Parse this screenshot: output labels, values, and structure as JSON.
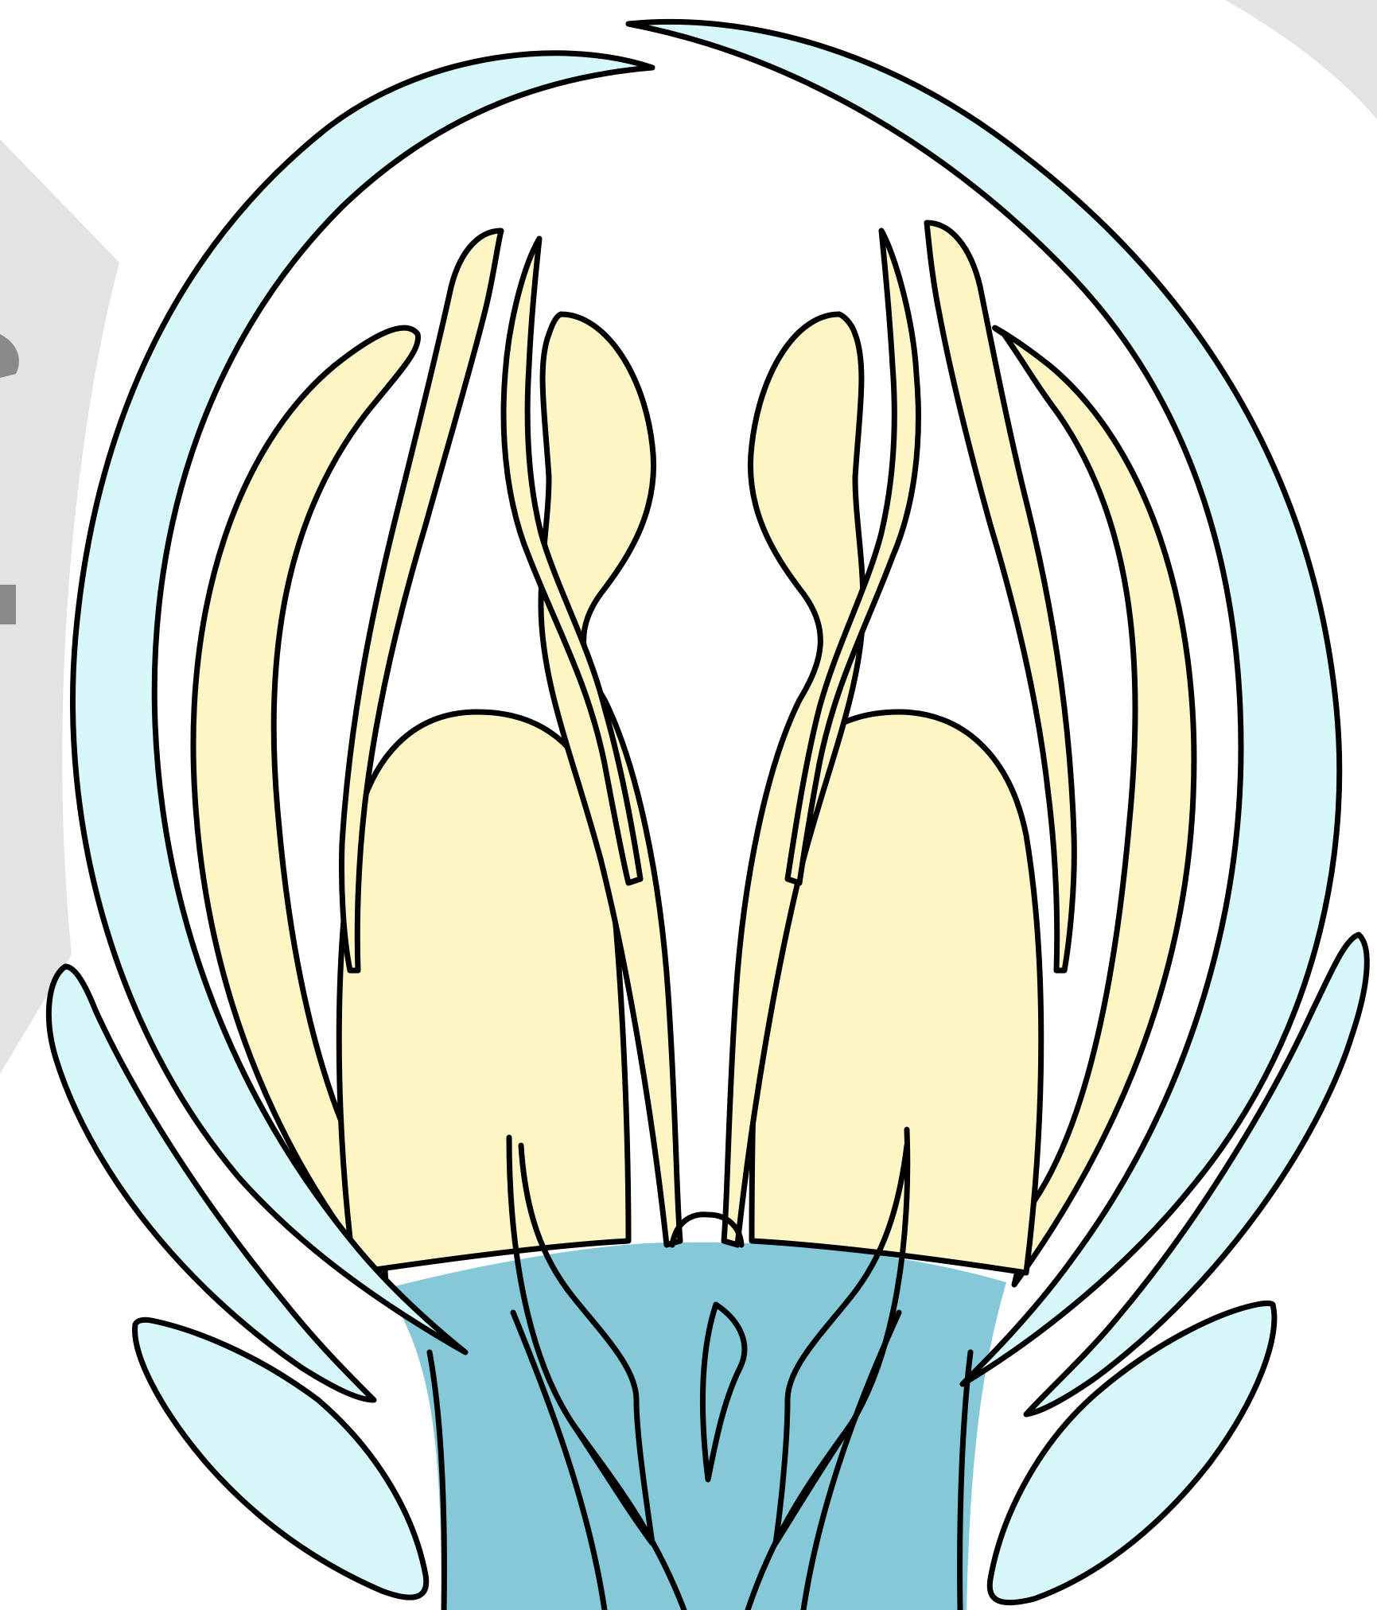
{
  "figure": {
    "colors": {
      "background": "#ffffff",
      "watermark": "#e3e3e3",
      "outer_organs": "#d7f8fa",
      "inner_organs": "#fdf5c4",
      "base_tissue": "#85c8d8",
      "outline": "#000000"
    },
    "parts": [
      {
        "name": "outer-left-bract",
        "fill": "outer_organs"
      },
      {
        "name": "outer-right-bract",
        "fill": "outer_organs"
      },
      {
        "name": "left-lower-scale",
        "fill": "outer_organs"
      },
      {
        "name": "right-lower-scale",
        "fill": "outer_organs"
      },
      {
        "name": "left-lowest-scale",
        "fill": "outer_organs"
      },
      {
        "name": "right-lowest-scale",
        "fill": "outer_organs"
      },
      {
        "name": "left-outer-petal",
        "fill": "inner_organs"
      },
      {
        "name": "right-outer-petal",
        "fill": "inner_organs"
      },
      {
        "name": "left-thin-petal",
        "fill": "inner_organs"
      },
      {
        "name": "right-thin-petal",
        "fill": "inner_organs"
      },
      {
        "name": "left-ovary",
        "fill": "inner_organs"
      },
      {
        "name": "right-ovary",
        "fill": "inner_organs"
      },
      {
        "name": "left-inner-lobe",
        "fill": "inner_organs"
      },
      {
        "name": "right-inner-lobe",
        "fill": "inner_organs"
      },
      {
        "name": "receptacle",
        "fill": "base_tissue"
      }
    ]
  }
}
